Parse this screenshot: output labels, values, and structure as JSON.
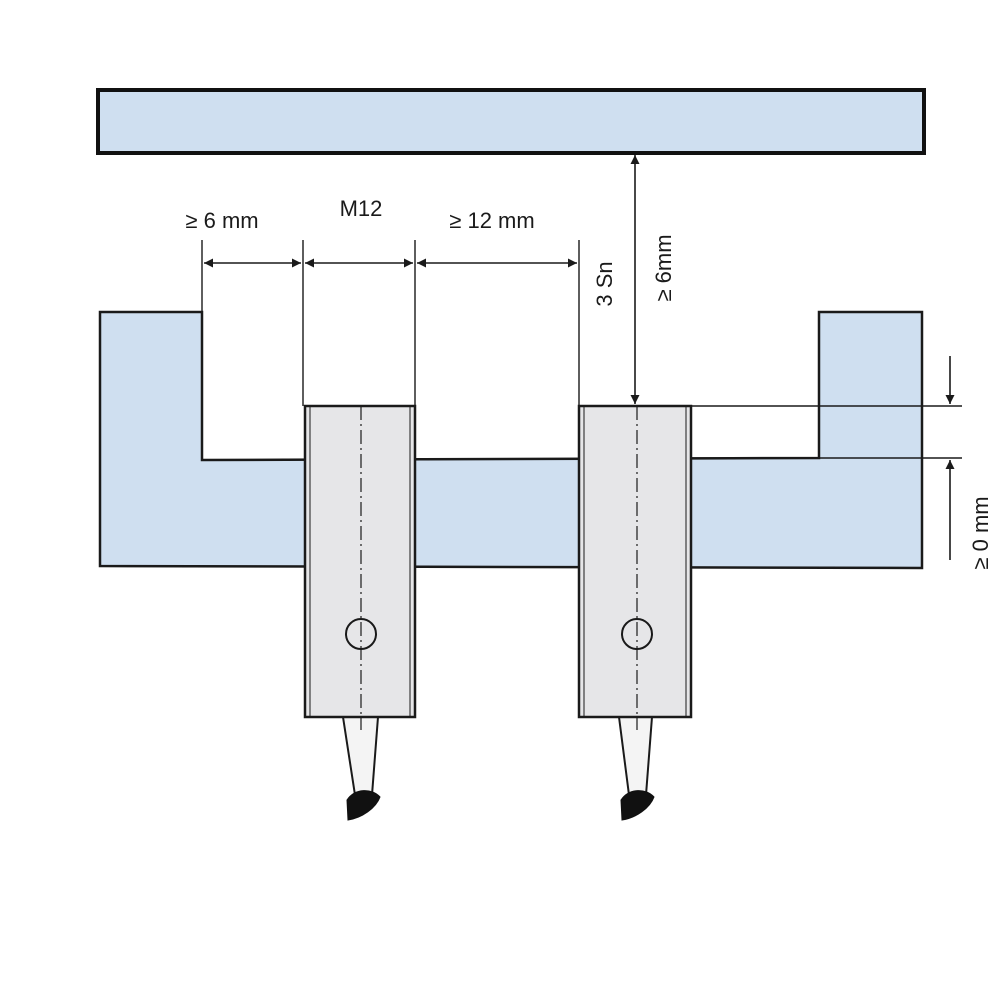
{
  "diagram": {
    "labels": {
      "gap_left": "≥ 6 mm",
      "sensor_size": "M12",
      "gap_between": "≥ 12 mm",
      "sensing_range": "3 Sn",
      "target_distance": "≥ 6mm",
      "flush_offset": "≥ 0 mm"
    },
    "colors": {
      "fill": "#cfdff0",
      "sensor": "#e6e6e8",
      "line": "#1a1a1a"
    }
  }
}
